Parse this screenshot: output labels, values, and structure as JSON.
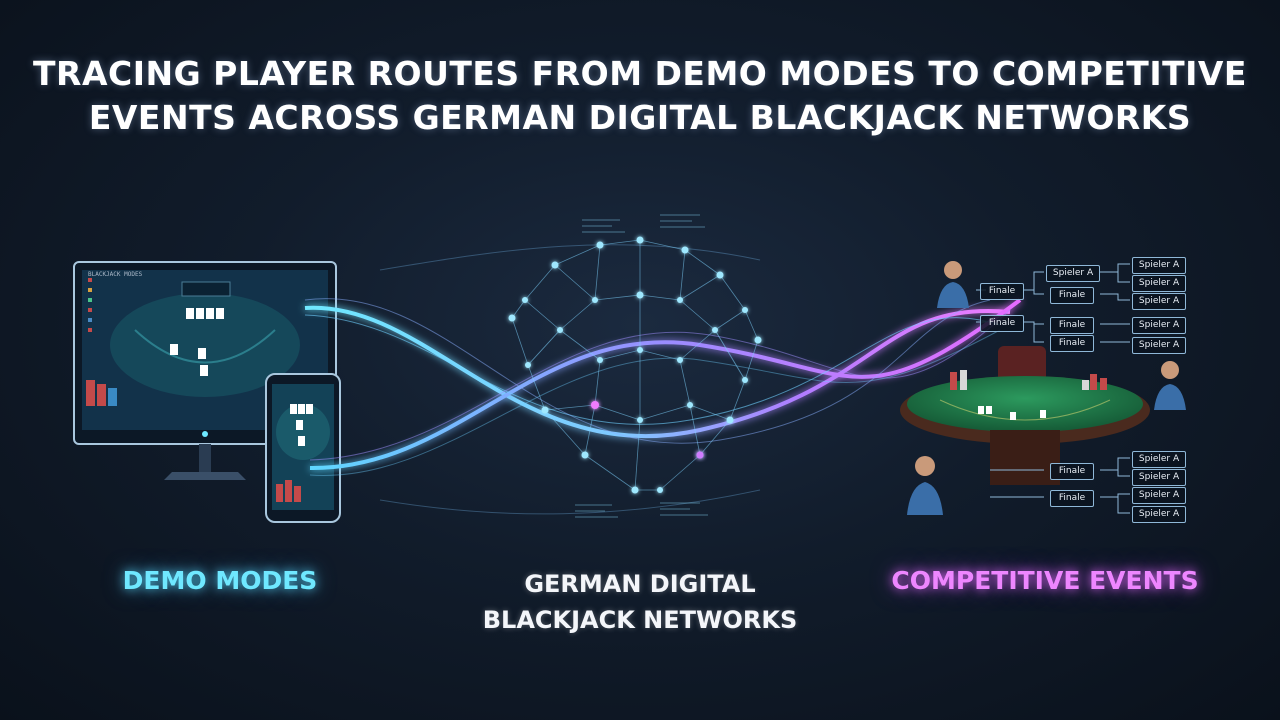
{
  "title": {
    "line1": "TRACING PLAYER ROUTES FROM DEMO MODES TO COMPETITIVE",
    "line2": "EVENTS ACROSS GERMAN DIGITAL BLACKJACK NETWORKS"
  },
  "labels": {
    "demo": "DEMO MODES",
    "network_line1": "GERMAN DIGITAL",
    "network_line2": "BLACKJACK NETWORKS",
    "competitive": "COMPETITIVE EVENTS"
  },
  "monitor_header": "BLACKJACK MODES",
  "brackets": {
    "final_label": "Finale",
    "player_label": "Spieler A"
  },
  "colors": {
    "demo_glow": "#6fe8ff",
    "competitive_glow": "#ee86ff",
    "network_node": "#7fe6ff",
    "table_felt": "#1f7a4a"
  },
  "icons": [
    "monitor-icon",
    "smartphone-icon",
    "network-graph-icon",
    "blackjack-table-icon",
    "player-avatar-icon"
  ]
}
